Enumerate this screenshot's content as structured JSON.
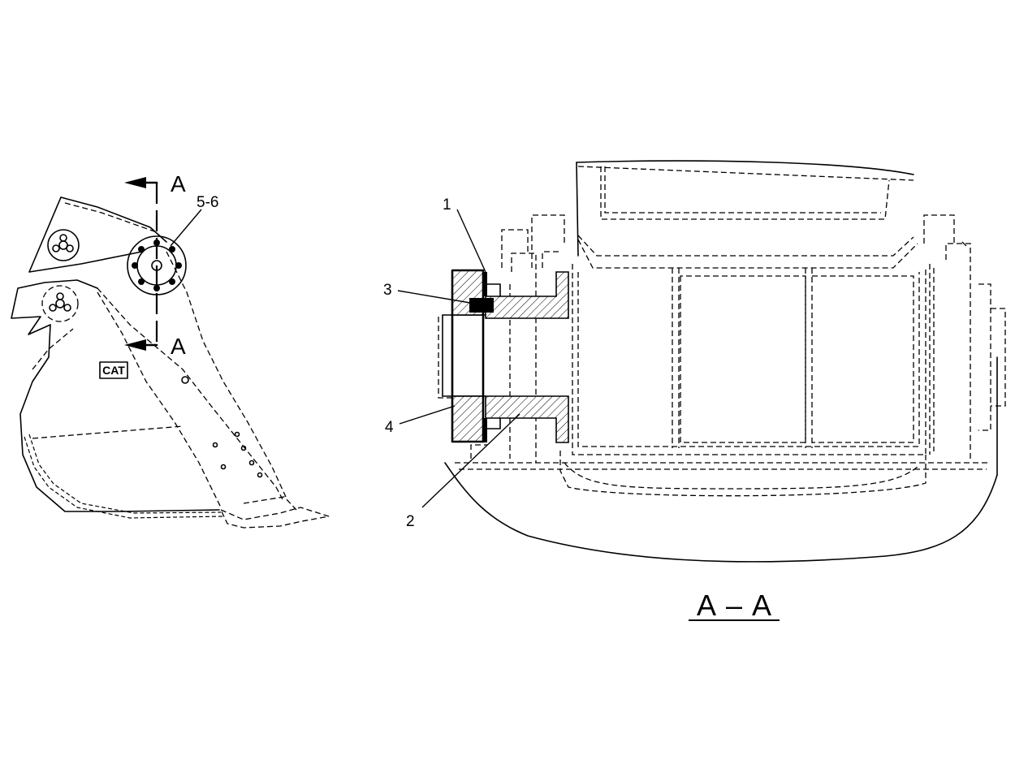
{
  "callouts": {
    "part_1": "1",
    "part_2": "2",
    "part_3": "3",
    "part_4": "4",
    "part_5_6": "5-6"
  },
  "section_markers": {
    "top": "A",
    "bottom": "A"
  },
  "section_title": "A – A",
  "logo_text": "CAT"
}
